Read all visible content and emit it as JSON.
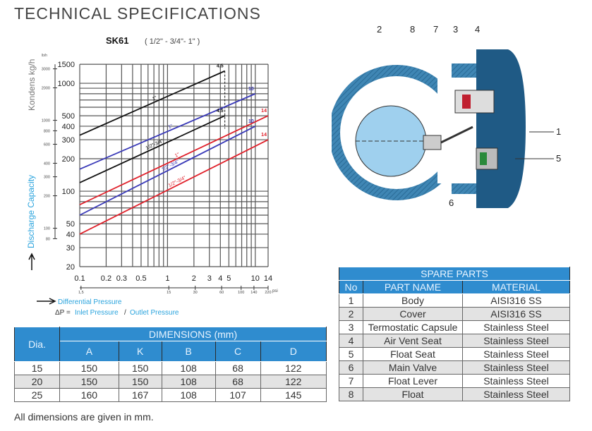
{
  "title": "TECHNICAL SPECIFICATIONS",
  "chart_data": {
    "type": "line",
    "title": "SK61",
    "subtitle": "( 1/2\" - 3/4\"- 1\" )",
    "ylabel": "Kondens kg/h",
    "ylabel2": "Discharge Capacity",
    "y2_unit": "lb/h",
    "xlabel": "Differential Pressure",
    "formula": {
      "prefix": "ΔP =",
      "inlet": "Inlet Pressure",
      "sep": "/",
      "outlet": "Outlet Pressure"
    },
    "x_scale": "log",
    "y_scale": "log",
    "xlim": [
      0.1,
      14
    ],
    "ylim": [
      20,
      1500
    ],
    "x_ticks": [
      "0.1",
      "0.2",
      "0.3",
      "0.5",
      "1",
      "2",
      "3",
      "4",
      "5",
      "10",
      "14"
    ],
    "y_ticks": [
      "20",
      "30",
      "40",
      "50",
      "100",
      "200",
      "300",
      "400",
      "500",
      "1000",
      "1500"
    ],
    "y2_ticks": [
      "80",
      "100",
      "200",
      "300",
      "400",
      "600",
      "800",
      "1000",
      "2000",
      "3000"
    ],
    "psi_ticks": [
      "1,5",
      "15",
      "30",
      "60",
      "100",
      "140",
      "220"
    ],
    "psi_unit": "psi",
    "grid": true,
    "series": [
      {
        "name": "1\"",
        "color": "#111111",
        "x": [
          0.1,
          4.5
        ],
        "y": [
          330,
          1300
        ],
        "end_label": "4,5"
      },
      {
        "name": "1/2\"-3/4\"",
        "color": "#111111",
        "x": [
          0.1,
          4.5
        ],
        "y": [
          120,
          500
        ],
        "end_label": "4,5"
      },
      {
        "name": "1\"",
        "color": "#3a3ab8",
        "x": [
          0.1,
          10
        ],
        "y": [
          160,
          800
        ],
        "end_label": "10"
      },
      {
        "name": "1/2\"-3/4\"",
        "color": "#3a3ab8",
        "x": [
          0.1,
          10
        ],
        "y": [
          60,
          400
        ],
        "end_label": "10"
      },
      {
        "name": "1\"",
        "color": "#e0202a",
        "x": [
          0.1,
          14
        ],
        "y": [
          75,
          500
        ],
        "end_label": "14"
      },
      {
        "name": "1/2\"-3/4\"",
        "color": "#e0202a",
        "x": [
          0.1,
          14
        ],
        "y": [
          40,
          300
        ],
        "end_label": "14"
      }
    ]
  },
  "diagram": {
    "labels": [
      "2",
      "8",
      "7",
      "3",
      "4",
      "1",
      "5",
      "6"
    ]
  },
  "dimensions": {
    "dia_label": "Dia.",
    "group_label": "DIMENSIONS (mm)",
    "columns": [
      "A",
      "K",
      "B",
      "C",
      "D"
    ],
    "rows": [
      [
        "15",
        "150",
        "150",
        "108",
        "68",
        "122"
      ],
      [
        "20",
        "150",
        "150",
        "108",
        "68",
        "122"
      ],
      [
        "25",
        "160",
        "167",
        "108",
        "107",
        "145"
      ]
    ]
  },
  "spare_parts": {
    "title": "SPARE PARTS",
    "columns": [
      "No",
      "PART NAME",
      "MATERIAL"
    ],
    "rows": [
      [
        "1",
        "Body",
        "AISI316 SS"
      ],
      [
        "2",
        "Cover",
        "AISI316 SS"
      ],
      [
        "3",
        "Termostatic Capsule",
        "Stainless Steel"
      ],
      [
        "4",
        "Air Vent Seat",
        "Stainless Steel"
      ],
      [
        "5",
        "Float Seat",
        "Stainless Steel"
      ],
      [
        "6",
        "Main Valve",
        "Stainless Steel"
      ],
      [
        "7",
        "Float Lever",
        "Stainless Steel"
      ],
      [
        "8",
        "Float",
        "Stainless Steel"
      ]
    ]
  },
  "note": "All dimensions are given in mm.",
  "colors": {
    "accent": "#2f8ccf",
    "label_blue": "#29a3dd"
  }
}
